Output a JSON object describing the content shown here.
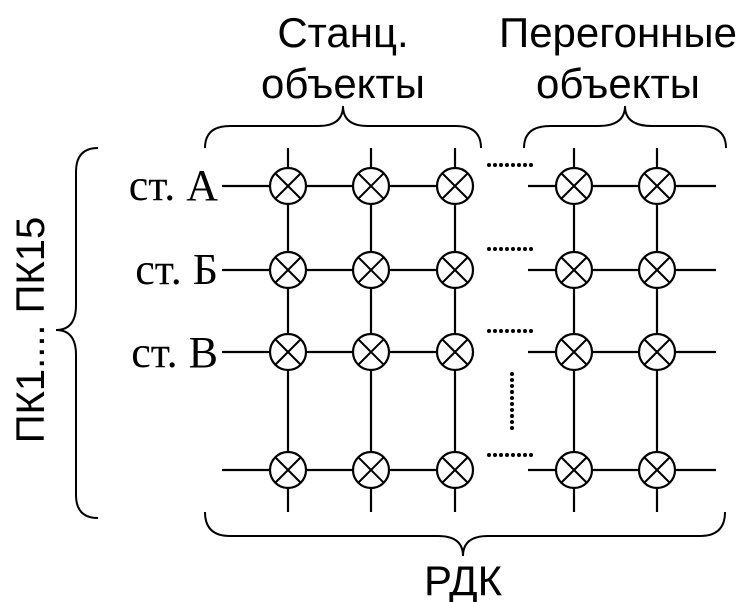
{
  "labels": {
    "station_objects_line1": "Станц.",
    "station_objects_line2": "объекты",
    "haul_objects_line1": "Перегонные",
    "haul_objects_line2": "объекты",
    "rdk": "РДК",
    "pk_range": "ПК1.... ПК15"
  },
  "rows": [
    {
      "label": "ст. А"
    },
    {
      "label": "ст. Б"
    },
    {
      "label": "ст. В"
    },
    {
      "label": ""
    }
  ],
  "columns": [
    {
      "group": "station"
    },
    {
      "group": "station"
    },
    {
      "group": "station"
    },
    {
      "group": "haul"
    },
    {
      "group": "haul"
    }
  ]
}
